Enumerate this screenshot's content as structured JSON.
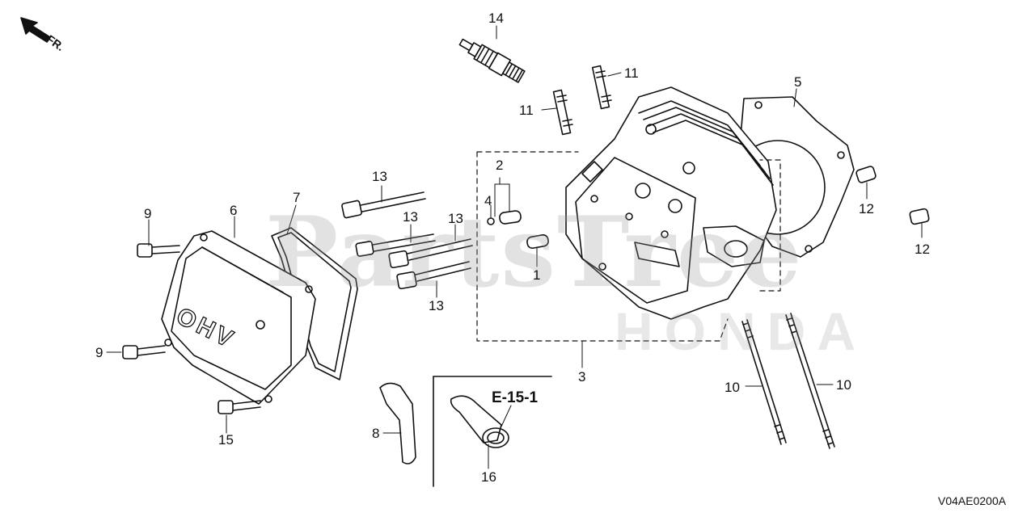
{
  "front_indicator": {
    "label": "FR.",
    "icon": "front-arrow-icon"
  },
  "watermarks": {
    "main": "PartsTree",
    "brand": "HONDA"
  },
  "reference": {
    "label": "E-15-1"
  },
  "drawing_code": "V04AE0200A",
  "callouts": {
    "c1": "1",
    "c2": "2",
    "c3": "3",
    "c4": "4",
    "c5": "5",
    "c6": "6",
    "c7": "7",
    "c8": "8",
    "c9a": "9",
    "c9b": "9",
    "c10a": "10",
    "c10b": "10",
    "c11a": "11",
    "c11b": "11",
    "c12a": "12",
    "c12b": "12",
    "c13a": "13",
    "c13b": "13",
    "c13c": "13",
    "c13d": "13",
    "c14": "14",
    "c15": "15",
    "c16": "16"
  },
  "cover_emboss": "OHV"
}
